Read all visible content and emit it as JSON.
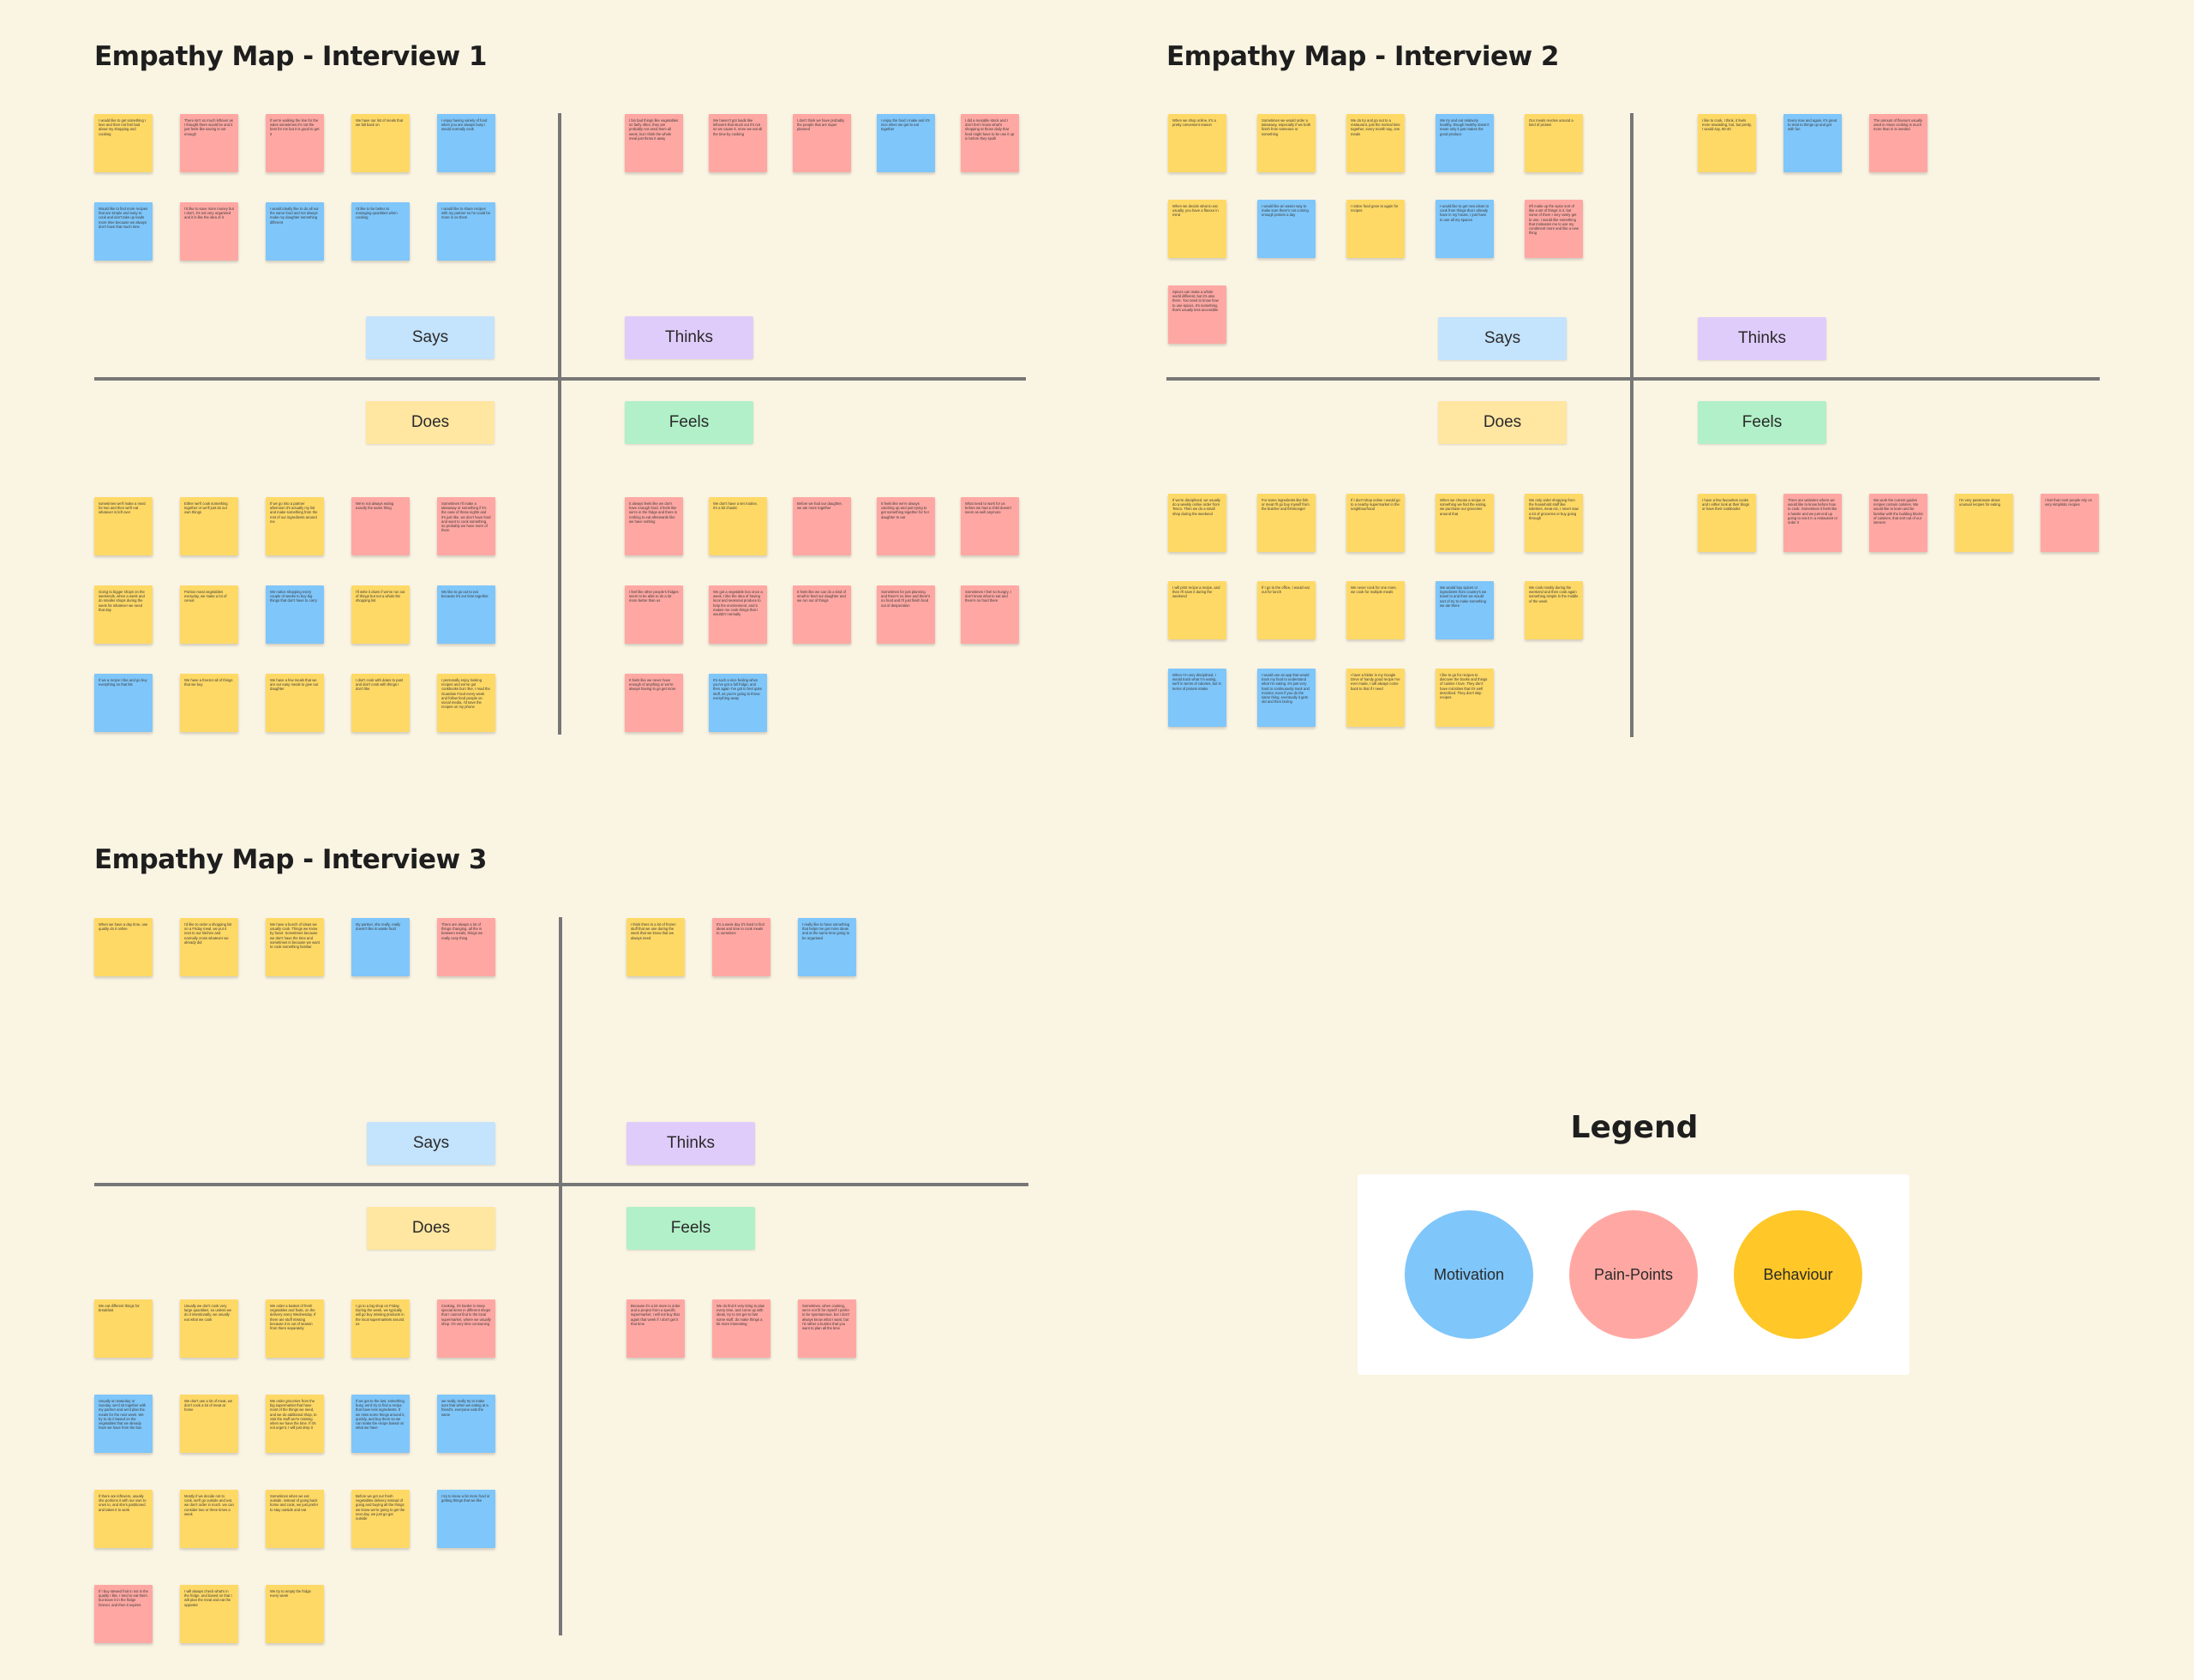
{
  "colors": {
    "yellow": "#ffd966",
    "blue": "#7fc6fa",
    "red": "#ffa8a3",
    "says_label": "#c4e3fc",
    "thinks_label": "#e0ccfa",
    "does_label": "#ffe6a1",
    "feels_label": "#b1f0c8",
    "legend_motivation": "#7fc6fa",
    "legend_pain": "#ffa8a3",
    "legend_behaviour": "#ffc727"
  },
  "quadrant_labels": {
    "says": "Says",
    "thinks": "Thinks",
    "does": "Does",
    "feels": "Feels"
  },
  "maps": [
    {
      "title": "Empathy Map - Interview 1",
      "says": [
        {
          "c": "yellow",
          "t": "I would like to get something I love and then not feel bad about my shopping and cooking"
        },
        {
          "c": "red",
          "t": "There isn't so much leftover as I thought there would be and it just feels like saving is not enough"
        },
        {
          "c": "red",
          "t": "If we're walking the line for the sales sometimes it's not the best for me but it is good to get it"
        },
        {
          "c": "yellow",
          "t": "We have our list of meals that we fall back on"
        },
        {
          "c": "blue",
          "t": "I enjoy having variety of food when you are always busy I would normally cook"
        },
        {
          "c": "blue",
          "t": "Would like to find more recipes that are simple and easy to cook and don't take up loads more time because we always don't have that much time"
        },
        {
          "c": "red",
          "t": "I'd like to save more money but I don't, it's not very organised and it is like the idea of it"
        },
        {
          "c": "blue",
          "t": "I would ideally like to do all our the same food and not always make my daughter something different"
        },
        {
          "c": "blue",
          "t": "I'd like to be better at managing quantities when cooking"
        },
        {
          "c": "blue",
          "t": "I would like to share recipes with my partner so he could be more in on them"
        }
      ],
      "thinks": [
        {
          "c": "red",
          "t": "I bin bad things like vegetables so fairly often, they are probably not used them all week, but I think the whole meal just throw it away"
        },
        {
          "c": "red",
          "t": "We haven't got loads like leftovers that stuck out it's not so we cause it, more we eat all the time by cooking"
        },
        {
          "c": "red",
          "t": "I don't think we have probably the people that are super planned"
        },
        {
          "c": "blue",
          "t": "I enjoy the food I make and it's nice when we get to eat together"
        },
        {
          "c": "red",
          "t": "I did a reusable stock and I don't feel I know what's shopping at those daily that food might have to be use it up in before they spoilt"
        }
      ],
      "does": [
        {
          "c": "yellow",
          "t": "sometimes we'll make a meal for two and then we'll eat whatever is left over"
        },
        {
          "c": "yellow",
          "t": "Either we'll cook something together or we'll just do our own things"
        },
        {
          "c": "yellow",
          "t": "If we go into a partner afternoon it's actually my list and make something from the rest of our ingredients around me"
        },
        {
          "c": "red",
          "t": "We're not always eating exactly the same thing"
        },
        {
          "c": "red",
          "t": "Sometimes I'll make a takeaway or something if it's the case of those nights and it's just like, we don't have food and want to cook something, so probably we have more of them"
        },
        {
          "c": "yellow",
          "t": "Going to bigger shops on the weekends, when a week and do smaller shops during the week for whatever we need that day"
        },
        {
          "c": "yellow",
          "t": "Portion meat vegetables everyday, we make a lot of cereal"
        },
        {
          "c": "blue",
          "t": "We notice shopping every couple of weeks to buy big things that don't have to carry"
        },
        {
          "c": "yellow",
          "t": "I'll write it down if we've run out of things but not a whole list shopping list"
        },
        {
          "c": "blue",
          "t": "We like to go out to eat because it's our time together"
        },
        {
          "c": "blue",
          "t": "If we a recipe I like and go buy everything on that list"
        },
        {
          "c": "yellow",
          "t": "We have a freezer all of things that we buy"
        },
        {
          "c": "yellow",
          "t": "We have a few meals that we are our easy meals to give our daughter"
        },
        {
          "c": "yellow",
          "t": "I don't cook with dates to past and don't cook with things I don't like"
        },
        {
          "c": "yellow",
          "t": "I personally enjoy looking recipes and we've got cookbooks but I like, I read the Guardian Food every week and follow food people on social media, I'd save the recipes on my phone"
        }
      ],
      "feels": [
        {
          "c": "red",
          "t": "It always feels like we don't have enough food, it feels like we're in the fridge and there is nothing to eat afterwards like we have nothing"
        },
        {
          "c": "yellow",
          "t": "We don't have a set routine, it's a bit chaotic"
        },
        {
          "c": "red",
          "t": "Before we had our daughter, we ate more together"
        },
        {
          "c": "red",
          "t": "It feels like we're always catching up and just trying to get something together for her daughter to eat"
        },
        {
          "c": "red",
          "t": "What need to work for us before we had a child doesn't seem as well anymore"
        },
        {
          "c": "red",
          "t": "I feel like other people's fridges seem to be able to do a lot more better than us"
        },
        {
          "c": "red",
          "t": "We got a vegetable box once a week, I like the idea of having local and seasonal produce to help the environment, and it makes me cook things that I wouldn't normally"
        },
        {
          "c": "red",
          "t": "It feels like we can do a kind of small to feed our daughter and we run out of things"
        },
        {
          "c": "red",
          "t": "Sometimes for just planning and there's no time and there's no food and I'll just finish food out of desperation"
        },
        {
          "c": "red",
          "t": "Sometimes I feel so hungry, I don't know what to eat and there's no food there"
        },
        {
          "c": "red",
          "t": "It feels like we never have enough of anything or we're always having to go get more"
        },
        {
          "c": "blue",
          "t": "It's such a nice feeling when you've got a full fridge, and then again I've got to feel quite stuff, as you're going to throw everything away"
        }
      ]
    },
    {
      "title": "Empathy Map - Interview 2",
      "says": [
        {
          "c": "yellow",
          "t": "When we shop online, it's a pretty convenient reason"
        },
        {
          "c": "yellow",
          "t": "Sometimes we would order a takeaway, especially if we both finish from someone or something"
        },
        {
          "c": "yellow",
          "t": "We do try and go out to a restaurant, just the normal time together, every month say, one meals"
        },
        {
          "c": "blue",
          "t": "We try and eat relatively healthy, though healthy doesn't mean only it just makes the good produce"
        },
        {
          "c": "yellow",
          "t": "Our meals revolve around a kind of protein"
        },
        {
          "c": "yellow",
          "t": "When we decide what to eat usually, you have a flavour in mind"
        },
        {
          "c": "blue",
          "t": "I would like an easier way to make sure there's not coming enough protein a day"
        },
        {
          "c": "yellow",
          "t": "I notice food gone to again for recipes"
        },
        {
          "c": "blue",
          "t": "I would like to get new ideas to cook from things that I already have in my house, I just have to use all my spaces"
        },
        {
          "c": "red",
          "t": "It'll make up the spice sort of like a set of things in it, but some of them I very rarely get to use, I would like something that motivates me to use my condiment more and like a new thing"
        },
        {
          "c": "red",
          "t": "Spices can make a whole world different, but it's also there. You need to know how to use spices. It's something that's usually less accessible"
        }
      ],
      "thinks": [
        {
          "c": "yellow",
          "t": "I like to cook, I think, it feels more rewarding, but, but pretty, I would say, 60-40"
        },
        {
          "c": "blue",
          "t": "Every now and again, it's great to treat to things up and get with fun"
        },
        {
          "c": "red",
          "t": "The amount of flavours usually used in Asian cooking is much more than in is needed"
        }
      ],
      "does": [
        {
          "c": "yellow",
          "t": "If we're disciplined, we usually do a weekly online order from Tesco. Then we do a small shop during the weekend"
        },
        {
          "c": "yellow",
          "t": "For some ingredients like fish or meat I'll go buy myself from the butcher and fishmonger"
        },
        {
          "c": "yellow",
          "t": "If I don't shop online I would go to a nearby supermarket in the neighbourhood"
        },
        {
          "c": "yellow",
          "t": "When we choose a recipe or something we find the eating, we purchase our groceries around that"
        },
        {
          "c": "yellow",
          "t": "We only order shopping from the household stuff like toiletries, meat etc, I never saw a lot of groceries or buy going through"
        },
        {
          "c": "yellow",
          "t": "I will print recipe a recipe, and then I'll save it during the weekend"
        },
        {
          "c": "yellow",
          "t": "If I go to the office, I would eat out for lunch"
        },
        {
          "c": "yellow",
          "t": "We never cook for one more, we cook for multiple meals"
        },
        {
          "c": "blue",
          "t": "We would buy spices or ingredients from country's we travel to and then we would sort of try to make something we ate there"
        },
        {
          "c": "yellow",
          "t": "We cook mostly during the weekend and then cook again something simple in the middle of the week"
        },
        {
          "c": "blue",
          "t": "When I'm very disciplined, I would track what I'm eating, we'll in terms of calories, but in terms of protein intake"
        },
        {
          "c": "blue",
          "t": "I would use an app that would track my food to understand what I'm eating. It's just very hard to continuously track and monitor, even if you do the same thing, eventually it gets old and then boring"
        },
        {
          "c": "yellow",
          "t": "I have a folder in my Google Drive of handy good recipe I've ever made, I will always come back to that if I need"
        },
        {
          "c": "yellow",
          "t": "I like to go for recipes to discover the books and things of cuisine I love. They don't have microbes that it's well described. They don't skip recipes"
        }
      ],
      "feels": [
        {
          "c": "yellow",
          "t": "I have a few favourites cooks and I either look at their blogs or have their cookbooks"
        },
        {
          "c": "red",
          "t": "There are websites where we would like to know before how to cook. Sometimes it feels like a hassle and we just end up going to eat it in a restaurant or order it"
        },
        {
          "c": "red",
          "t": "We work the current guides recipes contain calories. We would like to learn and be familiar with the building blocks of cuisines, that sort out of our interest"
        },
        {
          "c": "yellow",
          "t": "I'm very passionate about unusual recipes for eating"
        },
        {
          "c": "red",
          "t": "I feel that most people rely on very simplistic recipes"
        }
      ]
    },
    {
      "title": "Empathy Map - Interview 3",
      "says": [
        {
          "c": "yellow",
          "t": "When we have a day time, use quality do it online"
        },
        {
          "c": "yellow",
          "t": "I'd like to order a shopping list on a Friday meal, we put it next to our kitchen and normally cross whatever we already did"
        },
        {
          "c": "yellow",
          "t": "We have a bunch of ideas we usually cook. Things we know by heart. Sometimes because we don't have the time and sometimes is because we want to cook something familiar"
        },
        {
          "c": "blue",
          "t": "My partner, she really, really doesn't like to waste food"
        },
        {
          "c": "red",
          "t": "There are always a lot of things changing, all the in between meals, things we really cany thing"
        }
      ],
      "thinks": [
        {
          "c": "yellow",
          "t": "I think there is a lot of frozen stuff that we use during the week that we know that we always need"
        },
        {
          "c": "red",
          "t": "It's a week day it's hard to find ideas and time to cook meals to ourselves"
        },
        {
          "c": "blue",
          "t": "I really like to have something that helps me get more ideas and at the same time going to be organised"
        }
      ],
      "does": [
        {
          "c": "yellow",
          "t": "We eat different things for breakfast"
        },
        {
          "c": "yellow",
          "t": "Usually we don't cook very large quantities, so unless we do it intentionally, we usually eat what we cook"
        },
        {
          "c": "yellow",
          "t": "We order a basket of fresh vegetables and fruits, on the delivery every Wednesday. If there are stuff missing because it is out of season from there separately"
        },
        {
          "c": "yellow",
          "t": "I go to a big shop on Friday. During the week, we typically will go buy missing products in the local supermarkets around us"
        },
        {
          "c": "red",
          "t": "Cooking, it's harder to keep special items in different shops that I cannot find in the local supermarket, where we usually shop. It's very time consuming"
        },
        {
          "c": "blue",
          "t": "Usually on Saturday or Sunday, we'd sit together with my partner and we'd plan the meals for the next week. We try to do it based on the vegetables that we already have we have from the box"
        },
        {
          "c": "yellow",
          "t": "We don't use a lot of meat, we don't cook a lot of meat at home"
        },
        {
          "c": "yellow",
          "t": "We order groceries from the big supermarket that have most of the things we need, and we do additional shop, to visit the stuff we're missing when we have the time. If it's not urgent, I will just drop it"
        },
        {
          "c": "blue",
          "t": "If we get to the last, something busy, we'd try to find a recipe that have less ingredients. If we miss some things around it, quickly, and buy them so we can make the recipe based on what we have"
        },
        {
          "c": "blue",
          "t": "we really, really try to make sure that when we eating at a friend's, everyone eats the same"
        },
        {
          "c": "yellow",
          "t": "If there are leftovers, usually she portions it with our own to ones to, and she's partitioned and takes it to work"
        },
        {
          "c": "yellow",
          "t": "Mostly if we decide not to cook, we'll go outside and eat, we don't order in much. we can consider two or three times a week"
        },
        {
          "c": "yellow",
          "t": "Sometimes when we eat outside, instead of going back home and cook, we just prefer to stay outside and eat"
        },
        {
          "c": "yellow",
          "t": "Before we get our fresh vegetables delivery instead of going and buying all the things we know we're going to get the next day, we just go get outside"
        },
        {
          "c": "blue",
          "t": "I try to know a bit more food or getting things that we like"
        },
        {
          "c": "red",
          "t": "If I buy stewed fruit in not in the quality I like, I tend to eat them. but leave it in the fridge forever, and then it expires"
        },
        {
          "c": "yellow",
          "t": "I will always check what's in the fridge, and based on that I will plan the meal and eat the opposite"
        },
        {
          "c": "yellow",
          "t": "We try to empty the fridge every week"
        }
      ],
      "feels": [
        {
          "c": "red",
          "t": "Because it's a lot more to order and a project from a specific supermarket, I will not buy that again that week if I don't get it that time"
        },
        {
          "c": "red",
          "t": "We do find it very tiring to plan every time, and come up with ideas, try to not get to fast some stuff, do make things a bit more interesting"
        },
        {
          "c": "red",
          "t": "Sometimes, when cooking, we're not fit for myself I prefer to be spontaneous, but I don't always know what I want, but I'd rather a burden that you want to plan all the time"
        }
      ]
    }
  ],
  "legend": {
    "title": "Legend",
    "items": [
      {
        "label": "Motivation"
      },
      {
        "label": "Pain-Points"
      },
      {
        "label": "Behaviour"
      }
    ]
  }
}
